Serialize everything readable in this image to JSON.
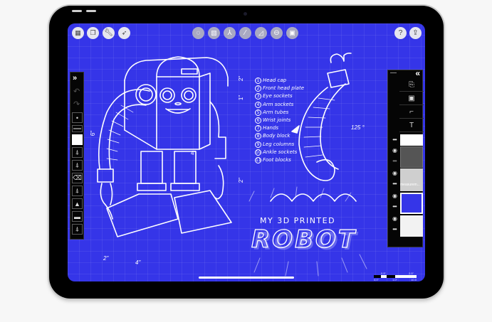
{
  "app": {
    "background_color": "#3535e8",
    "canvas_title_small": "MY 3D PRINTED",
    "canvas_title_big": "ROBOT"
  },
  "top_toolbar": {
    "left_buttons": [
      {
        "name": "grid-menu",
        "icon": "grid-icon"
      },
      {
        "name": "layers-stack",
        "icon": "stack-icon"
      },
      {
        "name": "settings",
        "icon": "wrench-icon"
      },
      {
        "name": "shortcuts",
        "icon": "rocket-icon"
      }
    ],
    "center_buttons": [
      {
        "name": "selection",
        "icon": "dotted-circle-icon"
      },
      {
        "name": "hatch-fill",
        "icon": "hatch-icon"
      },
      {
        "name": "perspective",
        "icon": "perspective-icon"
      },
      {
        "name": "line-guide",
        "icon": "line-icon"
      },
      {
        "name": "angle-guide",
        "icon": "angle-icon"
      },
      {
        "name": "ellipse-guide",
        "icon": "ellipse-icon"
      },
      {
        "name": "stamp",
        "icon": "stamp-icon"
      }
    ],
    "right_buttons": [
      {
        "name": "help",
        "label": "?",
        "icon": "help-icon"
      },
      {
        "name": "share",
        "label": "⇪",
        "icon": "share-icon"
      }
    ]
  },
  "left_toolbar": {
    "collapse_label": "»",
    "undo_label": "↶",
    "redo_label": "↷",
    "brush_size_label": "•",
    "tools": [
      "pencil",
      "pen",
      "eraser",
      "marker",
      "fill-pen",
      "paint-roller",
      "fineliner"
    ]
  },
  "right_panel": {
    "collapse_label": "«",
    "tools": [
      {
        "name": "add-page",
        "label": "⎘"
      },
      {
        "name": "add-image",
        "label": "▣"
      },
      {
        "name": "add-shape",
        "label": "⌐"
      },
      {
        "name": "add-text",
        "label": "T"
      }
    ],
    "layers": [
      {
        "name": "white-layer",
        "visible": true,
        "thumb_color": "#ffffff"
      },
      {
        "name": "sketch-layer",
        "visible": false,
        "thumb_color": "#555555"
      },
      {
        "name": "measurements",
        "label": "measurem...",
        "visible": true,
        "thumb_color": "#cfcfcf"
      },
      {
        "name": "blue-layer",
        "visible": true,
        "thumb_color": "#3535e8"
      },
      {
        "name": "paper-layer",
        "visible": true,
        "thumb_color": "#f2f2f2"
      }
    ],
    "more_label": "•••",
    "eye_label": "◉"
  },
  "parts_list": [
    {
      "num": "1",
      "label": "Head cap"
    },
    {
      "num": "2",
      "label": "Front head plate"
    },
    {
      "num": "3",
      "label": "Eye sockets"
    },
    {
      "num": "4",
      "label": "Arm sockets"
    },
    {
      "num": "5",
      "label": "Arm tubes"
    },
    {
      "num": "6",
      "label": "Wrist joints"
    },
    {
      "num": "7",
      "label": "Hands"
    },
    {
      "num": "8",
      "label": "Body block"
    },
    {
      "num": "9",
      "label": "Leg columns"
    },
    {
      "num": "10",
      "label": "Ankle sockets"
    },
    {
      "num": "11",
      "label": "Foot blocks"
    }
  ],
  "dimensions": {
    "arm_angle": "125 °",
    "body_width": "4\"",
    "foot_width": "2\"",
    "base_width": "4\"",
    "head_height": "2\"",
    "eye_height": "1\"",
    "leg_height": "2\"",
    "left_height": "6\""
  },
  "scale_bar": {
    "labels_top": [
      "0.5\"",
      "2.5\""
    ],
    "labels_bottom": [
      "0.0\"",
      "1.0\"",
      "10.0"
    ]
  }
}
